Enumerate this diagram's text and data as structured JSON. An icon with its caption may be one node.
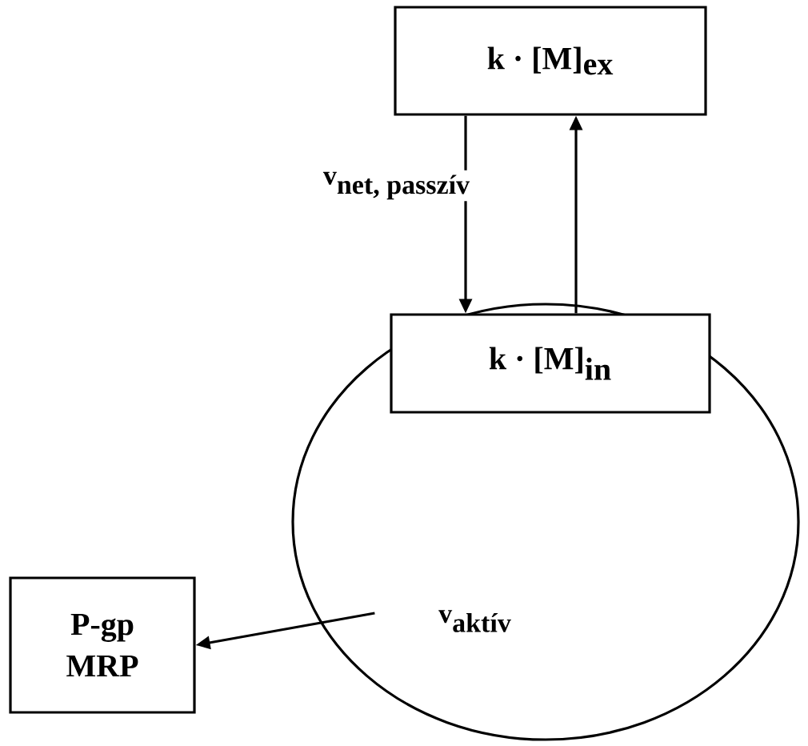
{
  "diagram": {
    "nodes": [
      {
        "text": [
          "\\textbf{k · [M]}_{\\textbf{ex}}"
        ]
      },
      {
        "text": [],
        "shape": "circle"
      },
      {
        "text": [
          "\\textbf{k · [M]}_{\\textbf{in}}"
        ],
        "in": 1
      },
      {
        "text": [
          "P-gp",
          "MRP"
        ]
      }
    ],
    "edges": [
      {
        "from": 0,
        "to": 2,
        "arrow": "to",
        "label": "\\textbf{v}_{\\textbf{net, passzív}}"
      },
      {
        "from": 2,
        "to": 0,
        "arrow": "to"
      },
      {
        "from": 1,
        "to": 3,
        "arrow": "to",
        "label": "\\textbf{v}_{\\textbf{aktív}}"
      }
    ]
  }
}
